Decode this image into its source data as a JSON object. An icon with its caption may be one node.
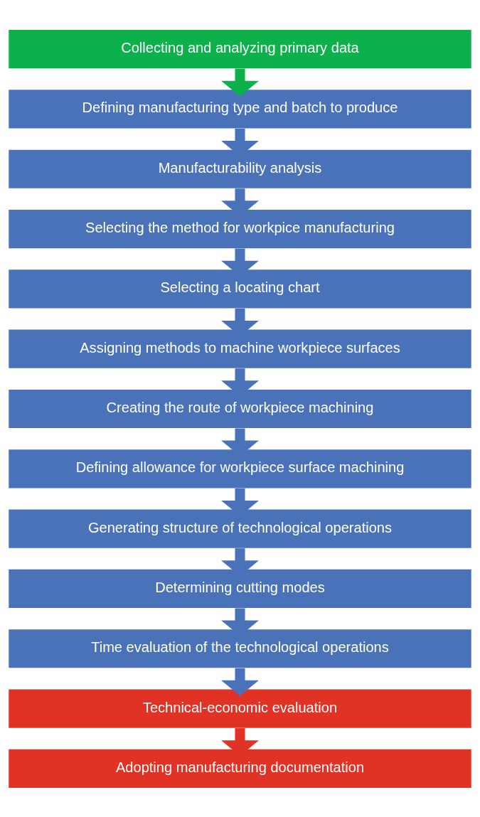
{
  "diagram": {
    "nodes": [
      {
        "text": [
          "Collecting and analyzing primary data"
        ]
      },
      {
        "text": [
          "Defining manufacturing type and batch to produce"
        ]
      },
      {
        "text": [
          "Manufacturability analysis"
        ]
      },
      {
        "text": [
          "Selecting the method for workpice manufacturing"
        ]
      },
      {
        "text": [
          "Selecting a locating chart"
        ]
      },
      {
        "text": [
          "Assigning methods to machine workpiece surfaces"
        ]
      },
      {
        "text": [
          "Creating the route of workpiece machining"
        ]
      },
      {
        "text": [
          "Defining allowance for workpiece surface machining"
        ]
      },
      {
        "text": [
          "Generating structure of technological operations"
        ]
      },
      {
        "text": [
          "Determining cutting modes"
        ]
      },
      {
        "text": [
          "Time evaluation of the technological operations"
        ]
      },
      {
        "text": [
          "Technical-economic evaluation"
        ]
      },
      {
        "text": [
          "Adopting manufacturing documentation"
        ]
      }
    ],
    "edges": [
      {
        "from": 0,
        "to": 1,
        "arrow": "to",
        "color": "#0cb14b"
      },
      {
        "from": 1,
        "to": 2,
        "arrow": "to"
      },
      {
        "from": 2,
        "to": 3,
        "arrow": "to"
      },
      {
        "from": 3,
        "to": 4,
        "arrow": "to"
      },
      {
        "from": 4,
        "to": 5,
        "arrow": "to"
      },
      {
        "from": 5,
        "to": 6,
        "arrow": "to"
      },
      {
        "from": 6,
        "to": 7,
        "arrow": "to"
      },
      {
        "from": 7,
        "to": 8,
        "arrow": "to"
      },
      {
        "from": 8,
        "to": 9,
        "arrow": "to"
      },
      {
        "from": 9,
        "to": 10,
        "arrow": "to"
      },
      {
        "from": 10,
        "to": 11,
        "arrow": "to"
      },
      {
        "from": 11,
        "to": 12,
        "arrow": "to",
        "color": "#e03326"
      }
    ]
  }
}
